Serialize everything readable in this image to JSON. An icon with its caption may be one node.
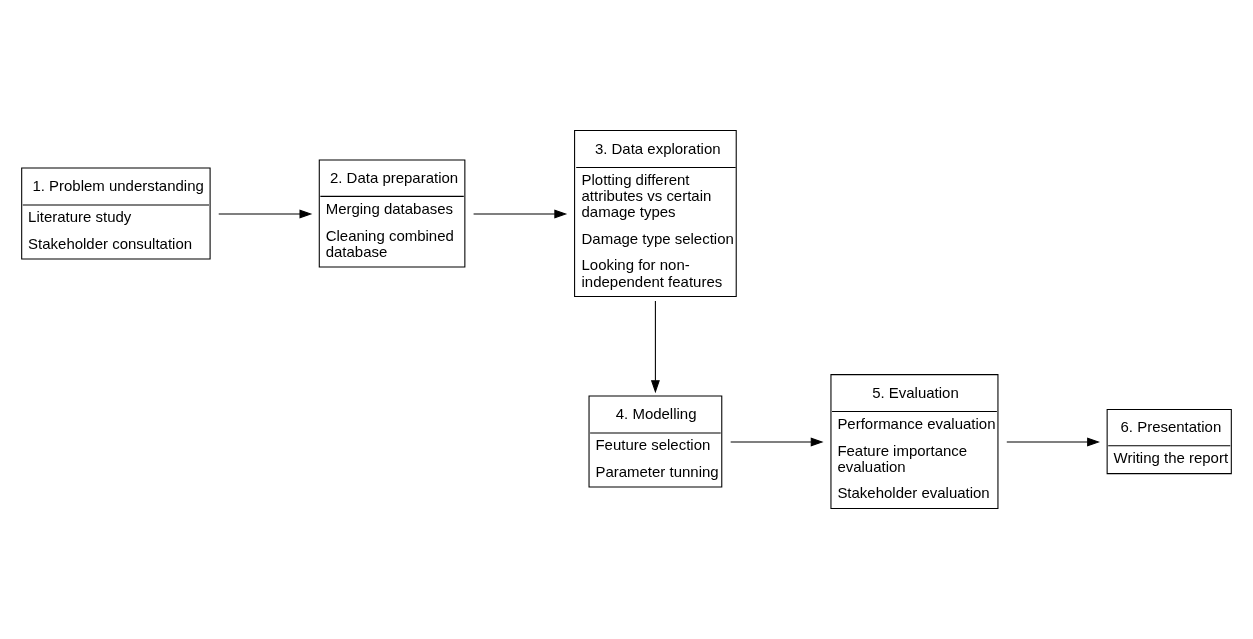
{
  "diagram": {
    "nodes": [
      {
        "text": [
          "1. Problem understanding",
          "Literature study",
          "Stakeholder consultation"
        ]
      },
      {
        "text": [
          "2. Data preparation",
          "Merging databases",
          "Cleaning combined database"
        ]
      },
      {
        "text": [
          "3. Data exploration",
          "Plotting different attributes vs certain damage types",
          "Damage type selection",
          "Looking for non-independent features"
        ]
      },
      {
        "text": [
          "4. Modelling",
          "Feuture selection",
          "Parameter tunning"
        ]
      },
      {
        "text": [
          "5. Evaluation",
          "Performance evaluation",
          "Feature importance evaluation",
          "Stakeholder evaluation"
        ]
      },
      {
        "text": [
          "6. Presentation",
          "Writing the report"
        ]
      }
    ],
    "edges": [
      {
        "from": 0,
        "to": 1,
        "arrow": "to"
      },
      {
        "from": 1,
        "to": 2,
        "arrow": "to"
      },
      {
        "from": 2,
        "to": 3,
        "arrow": "to"
      },
      {
        "from": 3,
        "to": 4,
        "arrow": "to"
      },
      {
        "from": 4,
        "to": 5,
        "arrow": "to"
      }
    ]
  }
}
